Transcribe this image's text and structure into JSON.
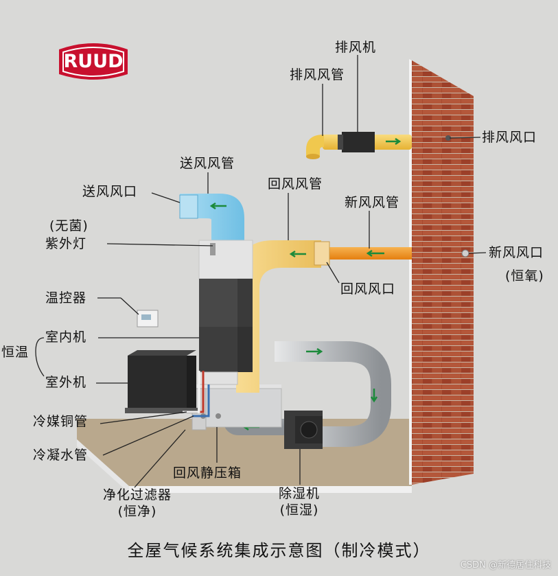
{
  "logo": {
    "text": "RUUD",
    "color": "#c8102e"
  },
  "labels": {
    "exhaust_fan": "排风机",
    "exhaust_duct": "排风风管",
    "exhaust_outlet": "排风风口",
    "supply_duct": "送风风管",
    "supply_outlet": "送风风口",
    "return_duct": "回风风管",
    "fresh_duct": "新风风管",
    "uv_lamp_line1": "(无菌)",
    "uv_lamp_line2": "紫外灯",
    "fresh_inlet_line1": "新风风口",
    "fresh_inlet_line2": "(恒氧)",
    "return_outlet": "回风风口",
    "thermostat": "温控器",
    "indoor_unit": "室内机",
    "constant_temp": "恒温",
    "outdoor_unit": "室外机",
    "refrigerant_pipe": "冷媒铜管",
    "condensate_pipe": "冷凝水管",
    "return_plenum": "回风静压箱",
    "purifier_line1": "净化过滤器",
    "purifier_line2": "(恒净)",
    "dehumidifier_line1": "除湿机",
    "dehumidifier_line2": "(恒湿)"
  },
  "caption": "全屋气候系统集成示意图（制冷模式）",
  "watermark": "CSDN @新德居住科技",
  "colors": {
    "wall_brick": "#a3492f",
    "supply_duct": "#8fd0ec",
    "return_duct": "#f4d27f",
    "fresh_duct": "#f0921e",
    "exhaust_duct": "#f2c651",
    "dehumid_duct": "#b9bcbf",
    "arrow": "#1c8a3b"
  }
}
